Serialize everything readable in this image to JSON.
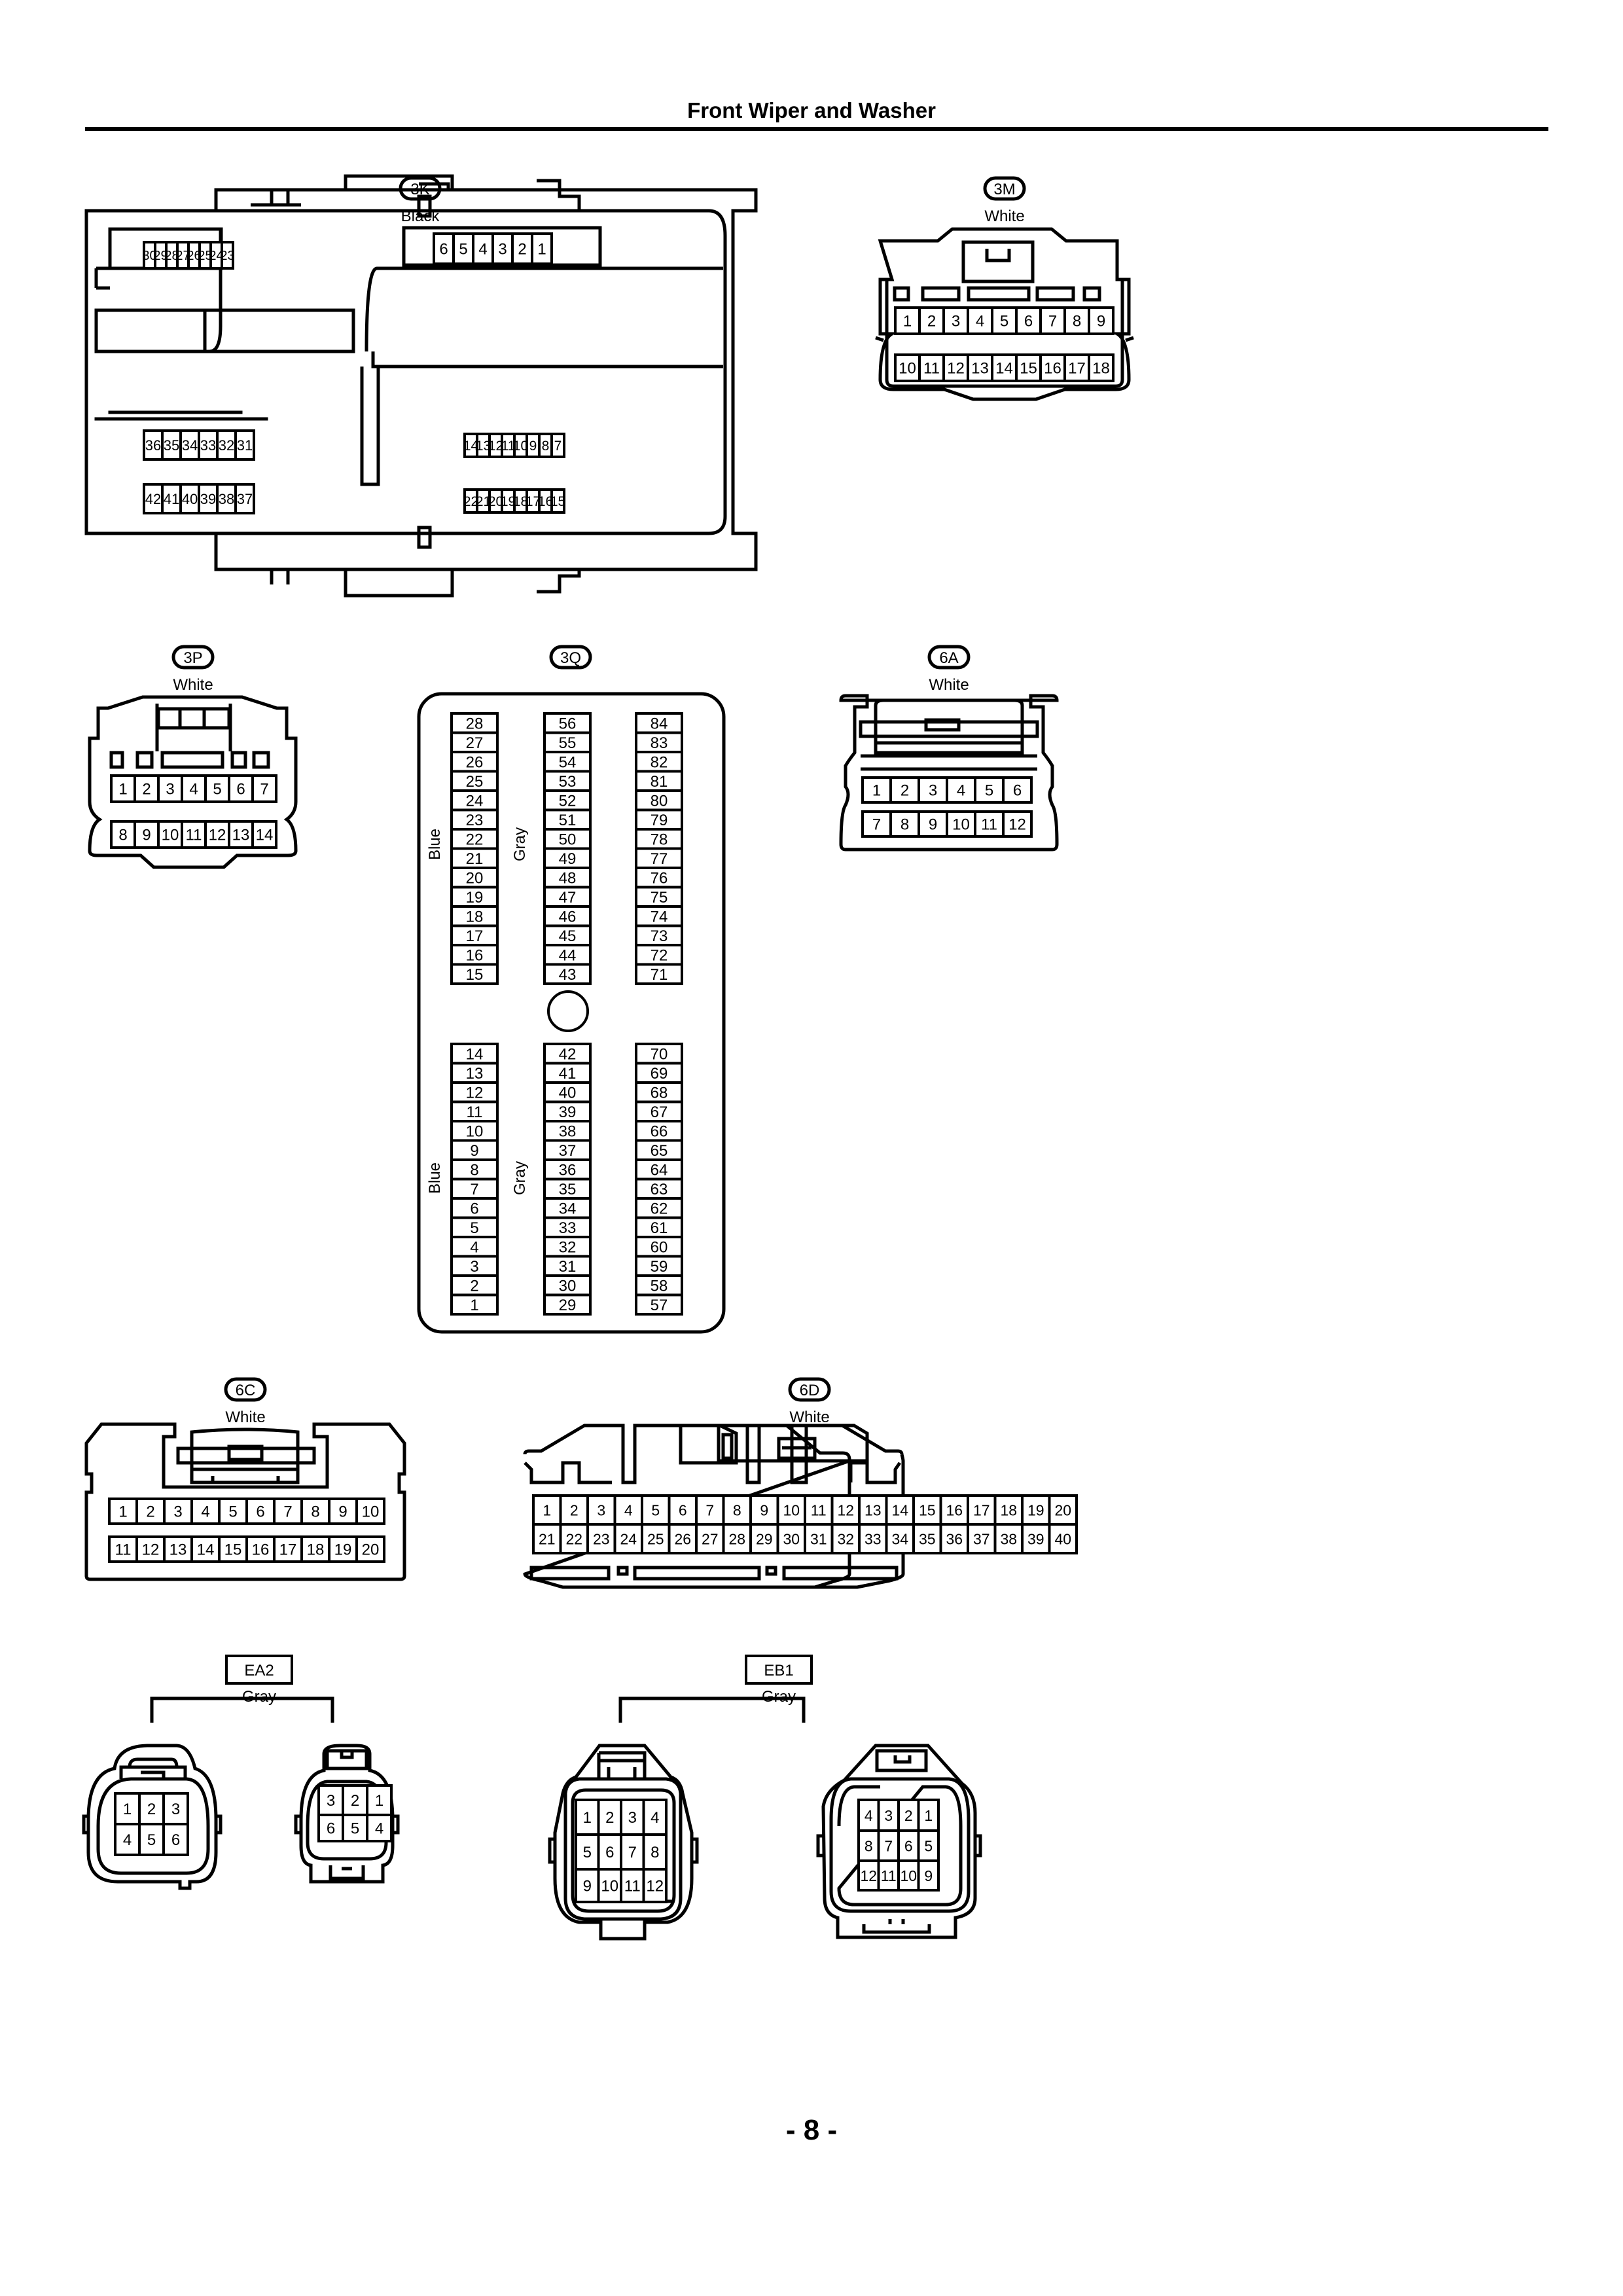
{
  "page": {
    "title": "Front Wiper and Washer",
    "page_number": "- 8 -"
  },
  "connectors": [
    {
      "id": "3K",
      "color": "Black",
      "label_style": "oval",
      "groups": [
        {
          "name": "top-left",
          "pins": [
            "30",
            "29",
            "28",
            "27",
            "26",
            "25",
            "24",
            "23"
          ]
        },
        {
          "name": "top-right",
          "pins": [
            "6",
            "5",
            "4",
            "3",
            "2",
            "1"
          ]
        },
        {
          "name": "mid-left",
          "pins": [
            "36",
            "35",
            "34",
            "33",
            "32",
            "31"
          ]
        },
        {
          "name": "bottom-left",
          "pins": [
            "42",
            "41",
            "40",
            "39",
            "38",
            "37"
          ]
        },
        {
          "name": "mid-right",
          "pins": [
            "14",
            "13",
            "12",
            "11",
            "10",
            "9",
            "8",
            "7"
          ]
        },
        {
          "name": "bottom-right",
          "pins": [
            "22",
            "21",
            "20",
            "19",
            "18",
            "17",
            "16",
            "15"
          ]
        }
      ]
    },
    {
      "id": "3M",
      "color": "White",
      "label_style": "oval",
      "rows": [
        [
          "1",
          "2",
          "3",
          "4",
          "5",
          "6",
          "7",
          "8",
          "9"
        ],
        [
          "10",
          "11",
          "12",
          "13",
          "14",
          "15",
          "16",
          "17",
          "18"
        ]
      ]
    },
    {
      "id": "3P",
      "color": "White",
      "label_style": "oval",
      "rows": [
        [
          "1",
          "2",
          "3",
          "4",
          "5",
          "6",
          "7"
        ],
        [
          "8",
          "9",
          "10",
          "11",
          "12",
          "13",
          "14"
        ]
      ]
    },
    {
      "id": "3Q",
      "label_style": "oval",
      "side_labels": {
        "left": "Blue",
        "middle": "Gray"
      },
      "upper_columns": [
        [
          "28",
          "27",
          "26",
          "25",
          "24",
          "23",
          "22",
          "21",
          "20",
          "19",
          "18",
          "17",
          "16",
          "15"
        ],
        [
          "56",
          "55",
          "54",
          "53",
          "52",
          "51",
          "50",
          "49",
          "48",
          "47",
          "46",
          "45",
          "44",
          "43"
        ],
        [
          "84",
          "83",
          "82",
          "81",
          "80",
          "79",
          "78",
          "77",
          "76",
          "75",
          "74",
          "73",
          "72",
          "71"
        ]
      ],
      "lower_columns": [
        [
          "14",
          "13",
          "12",
          "11",
          "10",
          "9",
          "8",
          "7",
          "6",
          "5",
          "4",
          "3",
          "2",
          "1"
        ],
        [
          "42",
          "41",
          "40",
          "39",
          "38",
          "37",
          "36",
          "35",
          "34",
          "33",
          "32",
          "31",
          "30",
          "29"
        ],
        [
          "70",
          "69",
          "68",
          "67",
          "66",
          "65",
          "64",
          "63",
          "62",
          "61",
          "60",
          "59",
          "58",
          "57"
        ]
      ]
    },
    {
      "id": "6A",
      "color": "White",
      "label_style": "oval",
      "rows": [
        [
          "1",
          "2",
          "3",
          "4",
          "5",
          "6"
        ],
        [
          "7",
          "8",
          "9",
          "10",
          "11",
          "12"
        ]
      ]
    },
    {
      "id": "6C",
      "color": "White",
      "label_style": "oval",
      "rows": [
        [
          "1",
          "2",
          "3",
          "4",
          "5",
          "6",
          "7",
          "8",
          "9",
          "10"
        ],
        [
          "11",
          "12",
          "13",
          "14",
          "15",
          "16",
          "17",
          "18",
          "19",
          "20"
        ]
      ]
    },
    {
      "id": "6D",
      "color": "White",
      "label_style": "oval",
      "rows": [
        [
          "1",
          "2",
          "3",
          "4",
          "5",
          "6",
          "7",
          "8",
          "9",
          "10",
          "11",
          "12",
          "13",
          "14",
          "15",
          "16",
          "17",
          "18",
          "19",
          "20"
        ],
        [
          "21",
          "22",
          "23",
          "24",
          "25",
          "26",
          "27",
          "28",
          "29",
          "30",
          "31",
          "32",
          "33",
          "34",
          "35",
          "36",
          "37",
          "38",
          "39",
          "40"
        ]
      ]
    },
    {
      "id": "EA2",
      "color": "Gray",
      "label_style": "box",
      "halves": [
        {
          "name": "female",
          "rows": [
            [
              "1",
              "2",
              "3"
            ],
            [
              "4",
              "5",
              "6"
            ]
          ]
        },
        {
          "name": "male",
          "rows": [
            [
              "3",
              "2",
              "1"
            ],
            [
              "6",
              "5",
              "4"
            ]
          ]
        }
      ]
    },
    {
      "id": "EB1",
      "color": "Gray",
      "label_style": "box",
      "halves": [
        {
          "name": "female",
          "rows": [
            [
              "1",
              "2",
              "3",
              "4"
            ],
            [
              "5",
              "6",
              "7",
              "8"
            ],
            [
              "9",
              "10",
              "11",
              "12"
            ]
          ]
        },
        {
          "name": "male",
          "rows": [
            [
              "4",
              "3",
              "2",
              "1"
            ],
            [
              "8",
              "7",
              "6",
              "5"
            ],
            [
              "12",
              "11",
              "10",
              "9"
            ]
          ]
        }
      ]
    }
  ]
}
